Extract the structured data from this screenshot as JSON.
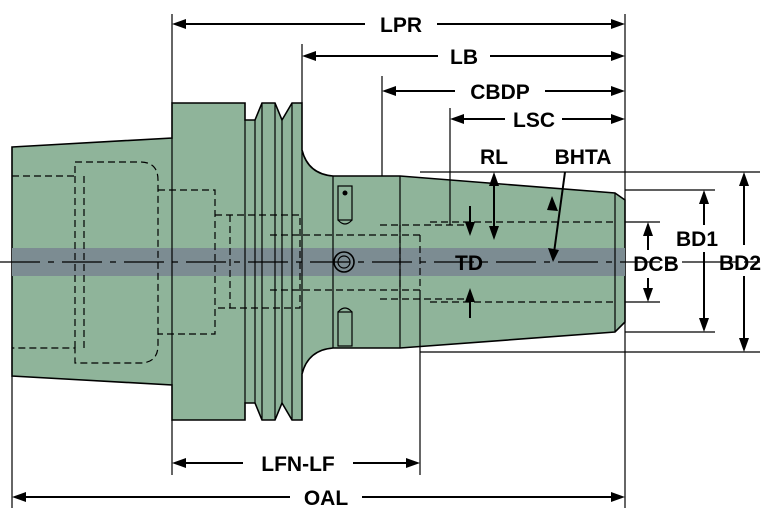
{
  "colors": {
    "body": "#8fb49a",
    "centerband": "#7c8c92",
    "line": "#000000",
    "background": "#ffffff"
  },
  "labels": {
    "lpr": "LPR",
    "lb": "LB",
    "cbdp": "CBDP",
    "lsc": "LSC",
    "rl": "RL",
    "bhta": "BHTA",
    "bd1": "BD1",
    "td": "TD",
    "dcb": "DCB",
    "bd2": "BD2",
    "lfn_lf": "LFN-LF",
    "oal": "OAL"
  }
}
